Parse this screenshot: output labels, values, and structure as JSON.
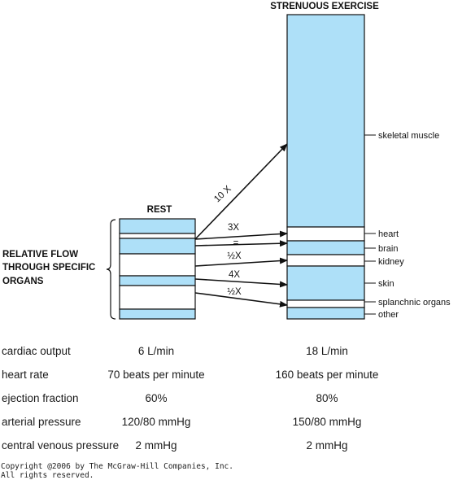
{
  "diagram": {
    "rest_title": "REST",
    "exercise_title": "STRENUOUS EXERCISE",
    "side_label_lines": [
      "RELATIVE FLOW",
      "THROUGH SPECIFIC",
      "ORGANS"
    ],
    "fill_color": "#aee0f8",
    "rest_segments": [
      {
        "organ": "skeletal muscle",
        "filled": true
      },
      {
        "organ": "heart",
        "filled": false
      },
      {
        "organ": "brain",
        "filled": true
      },
      {
        "organ": "kidney",
        "filled": false
      },
      {
        "organ": "skin",
        "filled": true
      },
      {
        "organ": "splanchnic organs",
        "filled": false
      },
      {
        "organ": "other",
        "filled": true
      }
    ],
    "exercise_segments": [
      {
        "organ": "skeletal muscle",
        "label": "skeletal muscle",
        "filled": true
      },
      {
        "organ": "heart",
        "label": "heart",
        "filled": false
      },
      {
        "organ": "brain",
        "label": "brain",
        "filled": true
      },
      {
        "organ": "kidney",
        "label": "kidney",
        "filled": false
      },
      {
        "organ": "skin",
        "label": "skin",
        "filled": true
      },
      {
        "organ": "splanchnic organs",
        "label": "splanchnic organs",
        "filled": false
      },
      {
        "organ": "other",
        "label": "other",
        "filled": true
      }
    ],
    "multipliers": [
      {
        "organ": "skeletal muscle",
        "label": "10 X"
      },
      {
        "organ": "heart",
        "label": "3X"
      },
      {
        "organ": "brain",
        "label": "="
      },
      {
        "organ": "kidney",
        "label": "½X"
      },
      {
        "organ": "skin",
        "label": "4X"
      },
      {
        "organ": "splanchnic organs",
        "label": "½X"
      }
    ]
  },
  "stats": [
    {
      "label": "cardiac output",
      "rest": "6 L/min",
      "exercise": "18 L/min"
    },
    {
      "label": "heart rate",
      "rest": "70 beats per minute",
      "exercise": "160 beats per minute"
    },
    {
      "label": "ejection fraction",
      "rest": "60%",
      "exercise": "80%"
    },
    {
      "label": "arterial pressure",
      "rest": "120/80 mmHg",
      "exercise": "150/80 mmHg"
    },
    {
      "label": "central venous pressure",
      "rest": "2 mmHg",
      "exercise": "2 mmHg"
    }
  ],
  "copyright": {
    "line1": "Copyright @2006 by The McGraw-Hill Companies, Inc.",
    "line2": "All rights reserved."
  }
}
